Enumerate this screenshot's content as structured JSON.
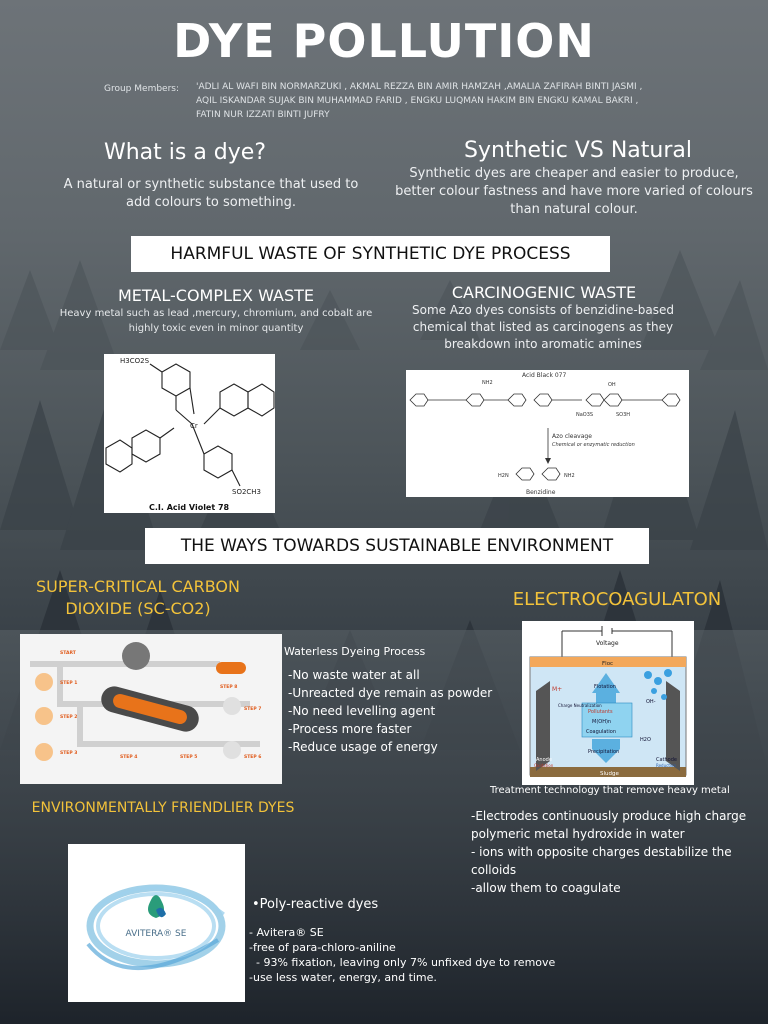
{
  "title": "DYE POLLUTION",
  "members": {
    "label": "Group Members:",
    "lines": [
      "'ADLI AL WAFI BIN NORMARZUKI , AKMAL REZZA BIN AMIR HAMZAH ,AMALIA ZAFIRAH BINTI JASMI ,",
      "AQIL ISKANDAR SUJAK BIN MUHAMMAD FARID , ENGKU LUQMAN HAKIM BIN ENGKU KAMAL BAKRI ,",
      "FATIN NUR IZZATI BINTI JUFRY"
    ]
  },
  "what_is_dye": {
    "heading": "What is a dye?",
    "text": "A natural or synthetic substance that used to add colours to something."
  },
  "synthetic_vs_natural": {
    "heading": "Synthetic VS Natural",
    "text": "Synthetic dyes are cheaper and easier to produce, better colour  fastness and have more varied of colours than natural colour."
  },
  "harmful_banner": "HARMFUL WASTE OF SYNTHETIC DYE PROCESS",
  "metal_complex": {
    "heading": "METAL-COMPLEX WASTE",
    "text": "Heavy metal such as lead ,mercury, chromium, and cobalt are highly toxic even in minor quantity",
    "figure": {
      "caption": "C.I. Acid Violet 78",
      "top_label": "H3CO2S",
      "bottom_label": "SO2CH3",
      "center_label": "Cr"
    }
  },
  "carcinogenic": {
    "heading": "CARCINOGENIC WASTE",
    "text": "Some Azo dyes consists of benzidine-based chemical that listed as carcinogens as they breakdown into aromatic amines",
    "figure": {
      "compound": "Acid Black 077",
      "cleavage": "Azo cleavage",
      "cleavage_sub": "Chemical or enzymatic reduction",
      "product": "Benzidine",
      "nh2": "NH2",
      "h2n": "H2N",
      "oh": "OH",
      "so3h": "SO3H",
      "nao3s": "NaO3S"
    }
  },
  "sustainable_banner": "THE WAYS TOWARDS SUSTAINABLE ENVIRONMENT",
  "sc_co2": {
    "heading": "SUPER-CRITICAL CARBON DIOXIDE (SC-CO2)",
    "subheading": "Waterless Dyeing Process",
    "points": [
      "-No waste water at all",
      "-Unreacted dye remain as powder",
      "-No need levelling agent",
      "-Process more faster",
      "-Reduce usage of energy"
    ],
    "figure": {
      "start": "START",
      "steps": [
        "STEP 1",
        "STEP 2",
        "STEP 3",
        "STEP 4",
        "STEP 5",
        "STEP 6",
        "STEP 7",
        "STEP 8"
      ]
    }
  },
  "electro": {
    "heading": "ELECTROCOAGULATON",
    "caption": "Treatment technology that remove heavy metal",
    "points": [
      "-Electrodes continuously produce high charge polymeric metal hydroxide in water",
      "- ions  with opposite charges destabilize the colloids",
      "-allow them to coagulate"
    ],
    "figure": {
      "voltage": "Voltage",
      "floc": "Floc",
      "flotation": "Flotation",
      "pollutants": "Pollutants",
      "coagulation": "Coagulation",
      "precipitation": "Precipitation",
      "sludge": "Sludge",
      "anode": "Anode",
      "oxidation": "Oxidation",
      "cathode": "Cathode",
      "reduction": "Reduction",
      "mohn": "M(OH)n",
      "h2o": "H2O",
      "oh_minus": "OH-",
      "m_plus": "M+",
      "charge_neutral": "Charge Neutralization"
    }
  },
  "eco_dyes": {
    "heading": "ENVIRONMENTALLY FRIENDLIER DYES",
    "subheading": "•Poly-reactive dyes",
    "points": [
      "- Avitera® SE",
      "-free of para-chloro-aniline",
      "  - 93% fixation, leaving only 7% unfixed dye to remove",
      "-use less water, energy, and time."
    ],
    "figure": {
      "logo_text": "AVITERA® SE"
    }
  },
  "colors": {
    "accent_yellow": "#f2c23a",
    "banner_bg": "#ffffff",
    "text": "#ffffff"
  }
}
